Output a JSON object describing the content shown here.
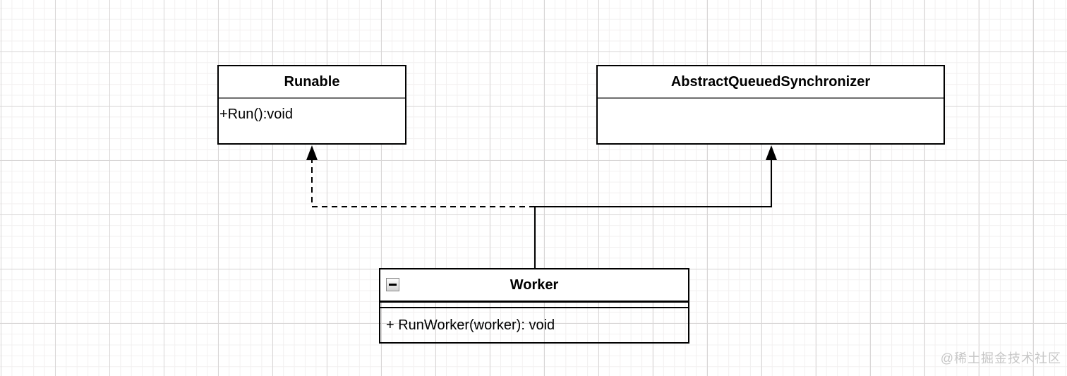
{
  "diagram": {
    "type": "uml-class-diagram",
    "classes": [
      {
        "id": "runable",
        "name": "Runable",
        "members": [
          "+Run():void"
        ]
      },
      {
        "id": "abstract-queued-synchronizer",
        "name": "AbstractQueuedSynchronizer",
        "members": []
      },
      {
        "id": "worker",
        "name": "Worker",
        "members": [
          "+ RunWorker(worker): void"
        ],
        "collapse_icon": "minus-square"
      }
    ],
    "edges": [
      {
        "from": "Worker",
        "to": "Runable",
        "type": "realization",
        "line_style": "dashed",
        "arrowhead": "filled-triangle"
      },
      {
        "from": "Worker",
        "to": "AbstractQueuedSynchronizer",
        "type": "generalization",
        "line_style": "solid",
        "arrowhead": "filled-triangle"
      }
    ]
  },
  "watermark": {
    "text": "@稀土掘金技术社区"
  },
  "colors": {
    "shape_border": "#000000",
    "compartment_separator": "#6e6e6e",
    "grid_major": "#d8d6d6",
    "grid_minor": "#f2f0f0",
    "canvas_background": "#ffffff",
    "watermark_text": "#c7c7c7"
  }
}
